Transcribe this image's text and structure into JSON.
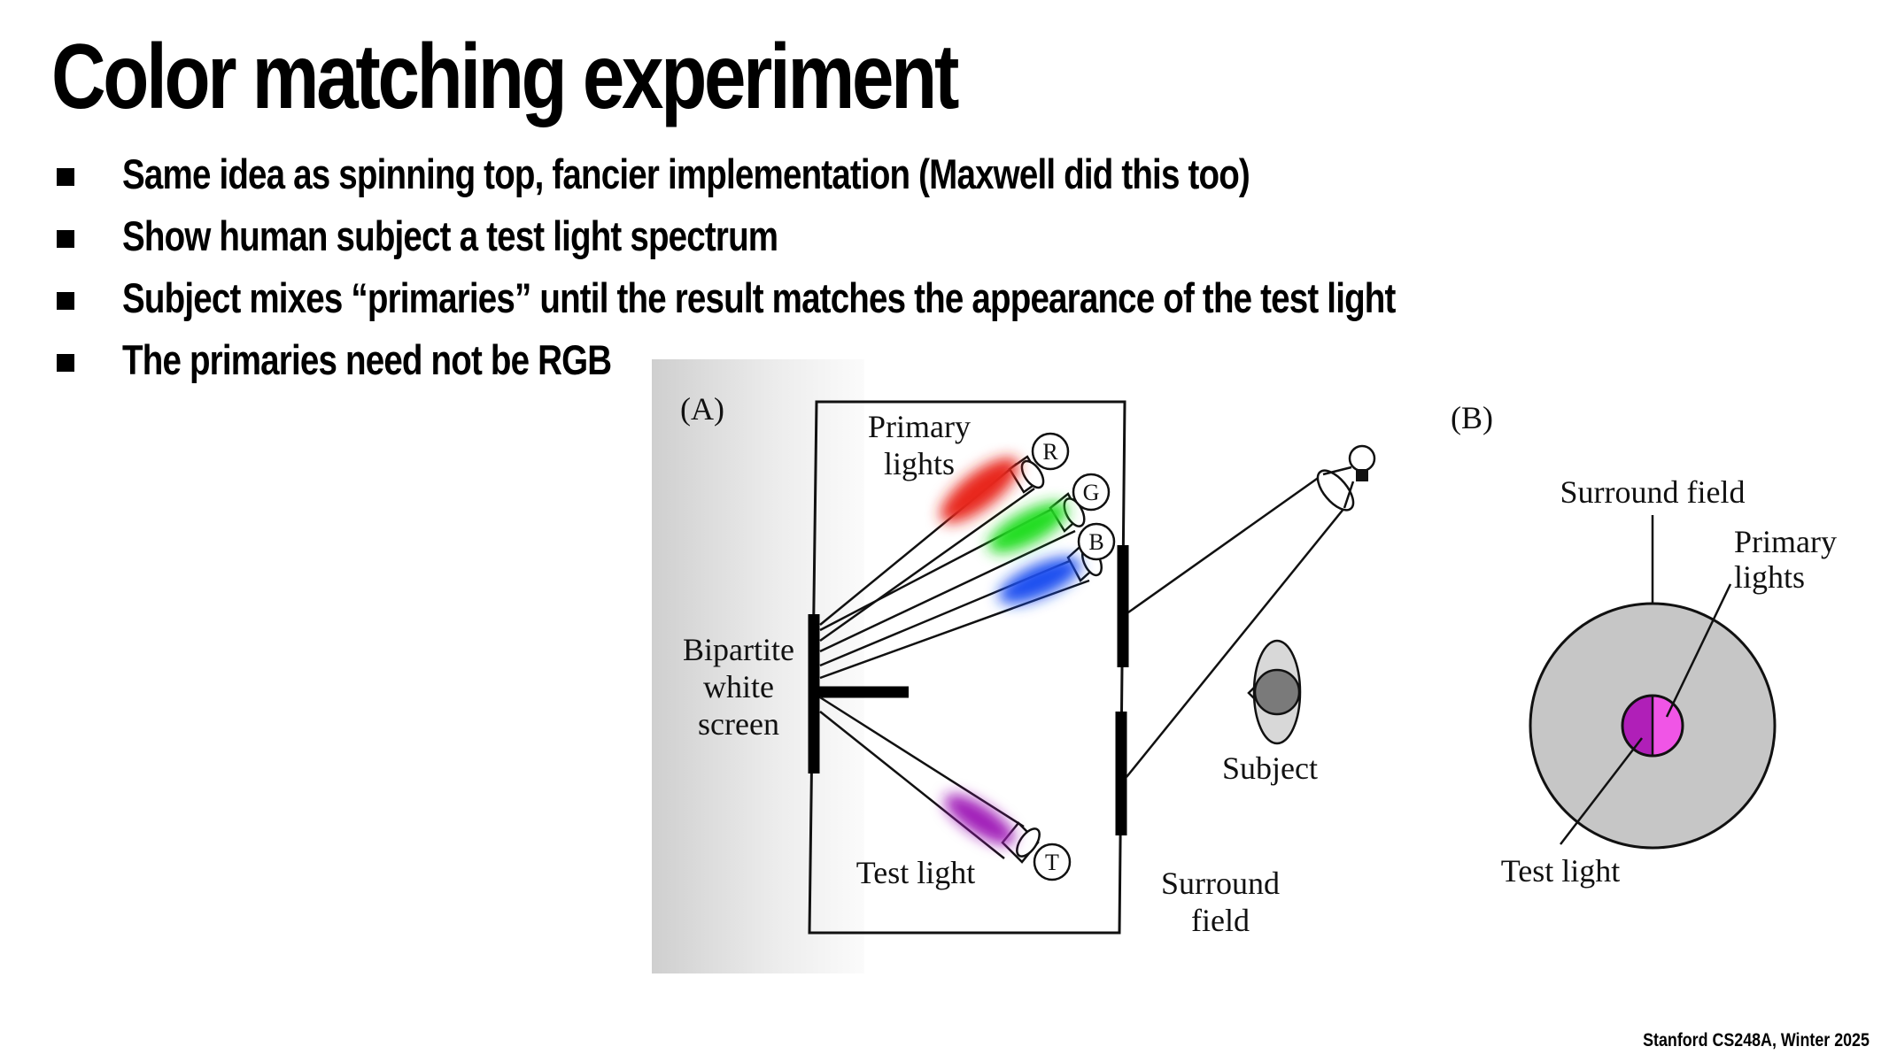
{
  "slide": {
    "title": "Color matching experiment",
    "bullets": [
      "Same idea as spinning top, fancier implementation (Maxwell did this too)",
      "Show human subject a test light spectrum",
      "Subject mixes “primaries” until the result matches the appearance of the test light",
      "The primaries need not be RGB"
    ],
    "footer": "Stanford CS248A, Winter 2025"
  },
  "figure": {
    "panel_a": {
      "label": "(A)",
      "primary_lights_line1": "Primary",
      "primary_lights_line2": "lights",
      "r": "R",
      "g": "G",
      "b": "B",
      "t": "T",
      "screen_line1": "Bipartite",
      "screen_line2": "white",
      "screen_line3": "screen",
      "test_light": "Test light",
      "subject": "Subject",
      "surround_line1": "Surround",
      "surround_line2": "field"
    },
    "panel_b": {
      "label": "(B)",
      "surround_field": "Surround field",
      "primary_lights_line1": "Primary",
      "primary_lights_line2": "lights",
      "test_light": "Test light"
    }
  },
  "colors": {
    "red_lamp": "#e8251a",
    "green_lamp": "#22dd22",
    "blue_lamp": "#1f4ff0",
    "test_lamp": "#a01fb8",
    "test_half": "#b01fb8",
    "primary_half": "#f055e6",
    "surround": "#c6c6c6"
  }
}
